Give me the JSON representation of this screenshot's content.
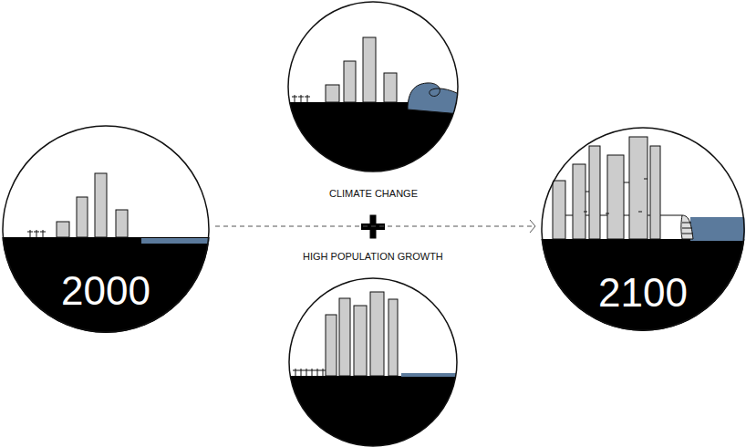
{
  "diagram": {
    "nodes": [
      {
        "text": [
          "2000"
        ]
      },
      {
        "text": [
          "2100"
        ]
      }
    ],
    "edges": [
      {
        "from": 0,
        "to": 1,
        "arrow": "to"
      }
    ],
    "labels": [
      "CLIMATE CHANGE",
      "HIGH POPULATION GROWTH"
    ]
  }
}
